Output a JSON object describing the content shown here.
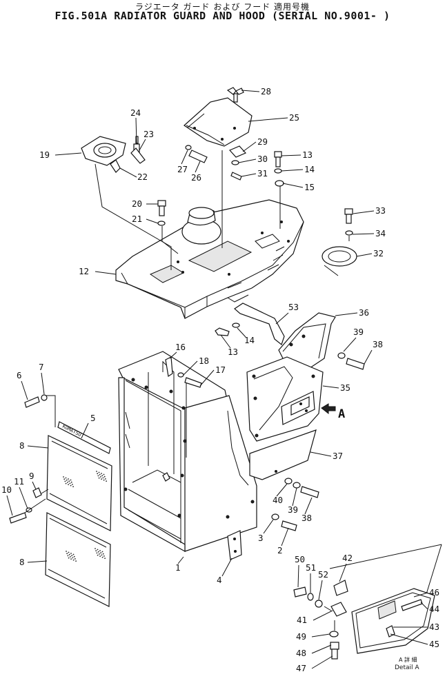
{
  "header": {
    "title_jp": "ラジエータ ガード および フード 適用号機",
    "title_en": "FIG.501A  RADIATOR GUARD AND HOOD (SERIAL NO.9001- )"
  },
  "callouts": {
    "c1": "1",
    "c2": "2",
    "c3": "3",
    "c4": "4",
    "c5": "5",
    "c6": "6",
    "c7": "7",
    "c8a": "8",
    "c8b": "8",
    "c9": "9",
    "c10": "10",
    "c11": "11",
    "c12": "12",
    "c13a": "13",
    "c13b": "13",
    "c14a": "14",
    "c14b": "14",
    "c15": "15",
    "c16": "16",
    "c17": "17",
    "c18": "18",
    "c19": "19",
    "c20": "20",
    "c21": "21",
    "c22": "22",
    "c23": "23",
    "c24": "24",
    "c25": "25",
    "c26": "26",
    "c27": "27",
    "c28": "28",
    "c29": "29",
    "c30": "30",
    "c31": "31",
    "c32": "32",
    "c33": "33",
    "c34": "34",
    "c35": "35",
    "c36": "36",
    "c37": "37",
    "c38a": "38",
    "c38b": "38",
    "c39a": "39",
    "c39b": "39",
    "c40": "40",
    "c41": "41",
    "c42": "42",
    "c43": "43",
    "c44": "44",
    "c45": "45",
    "c46": "46",
    "c47": "47",
    "c48": "48",
    "c49": "49",
    "c50": "50",
    "c51": "51",
    "c52": "52",
    "c53": "53",
    "view_a": "A"
  },
  "detail": {
    "label_jp": "A 詳 細",
    "label_en": "Detail A"
  },
  "nameplate_text": "KOMATSU"
}
